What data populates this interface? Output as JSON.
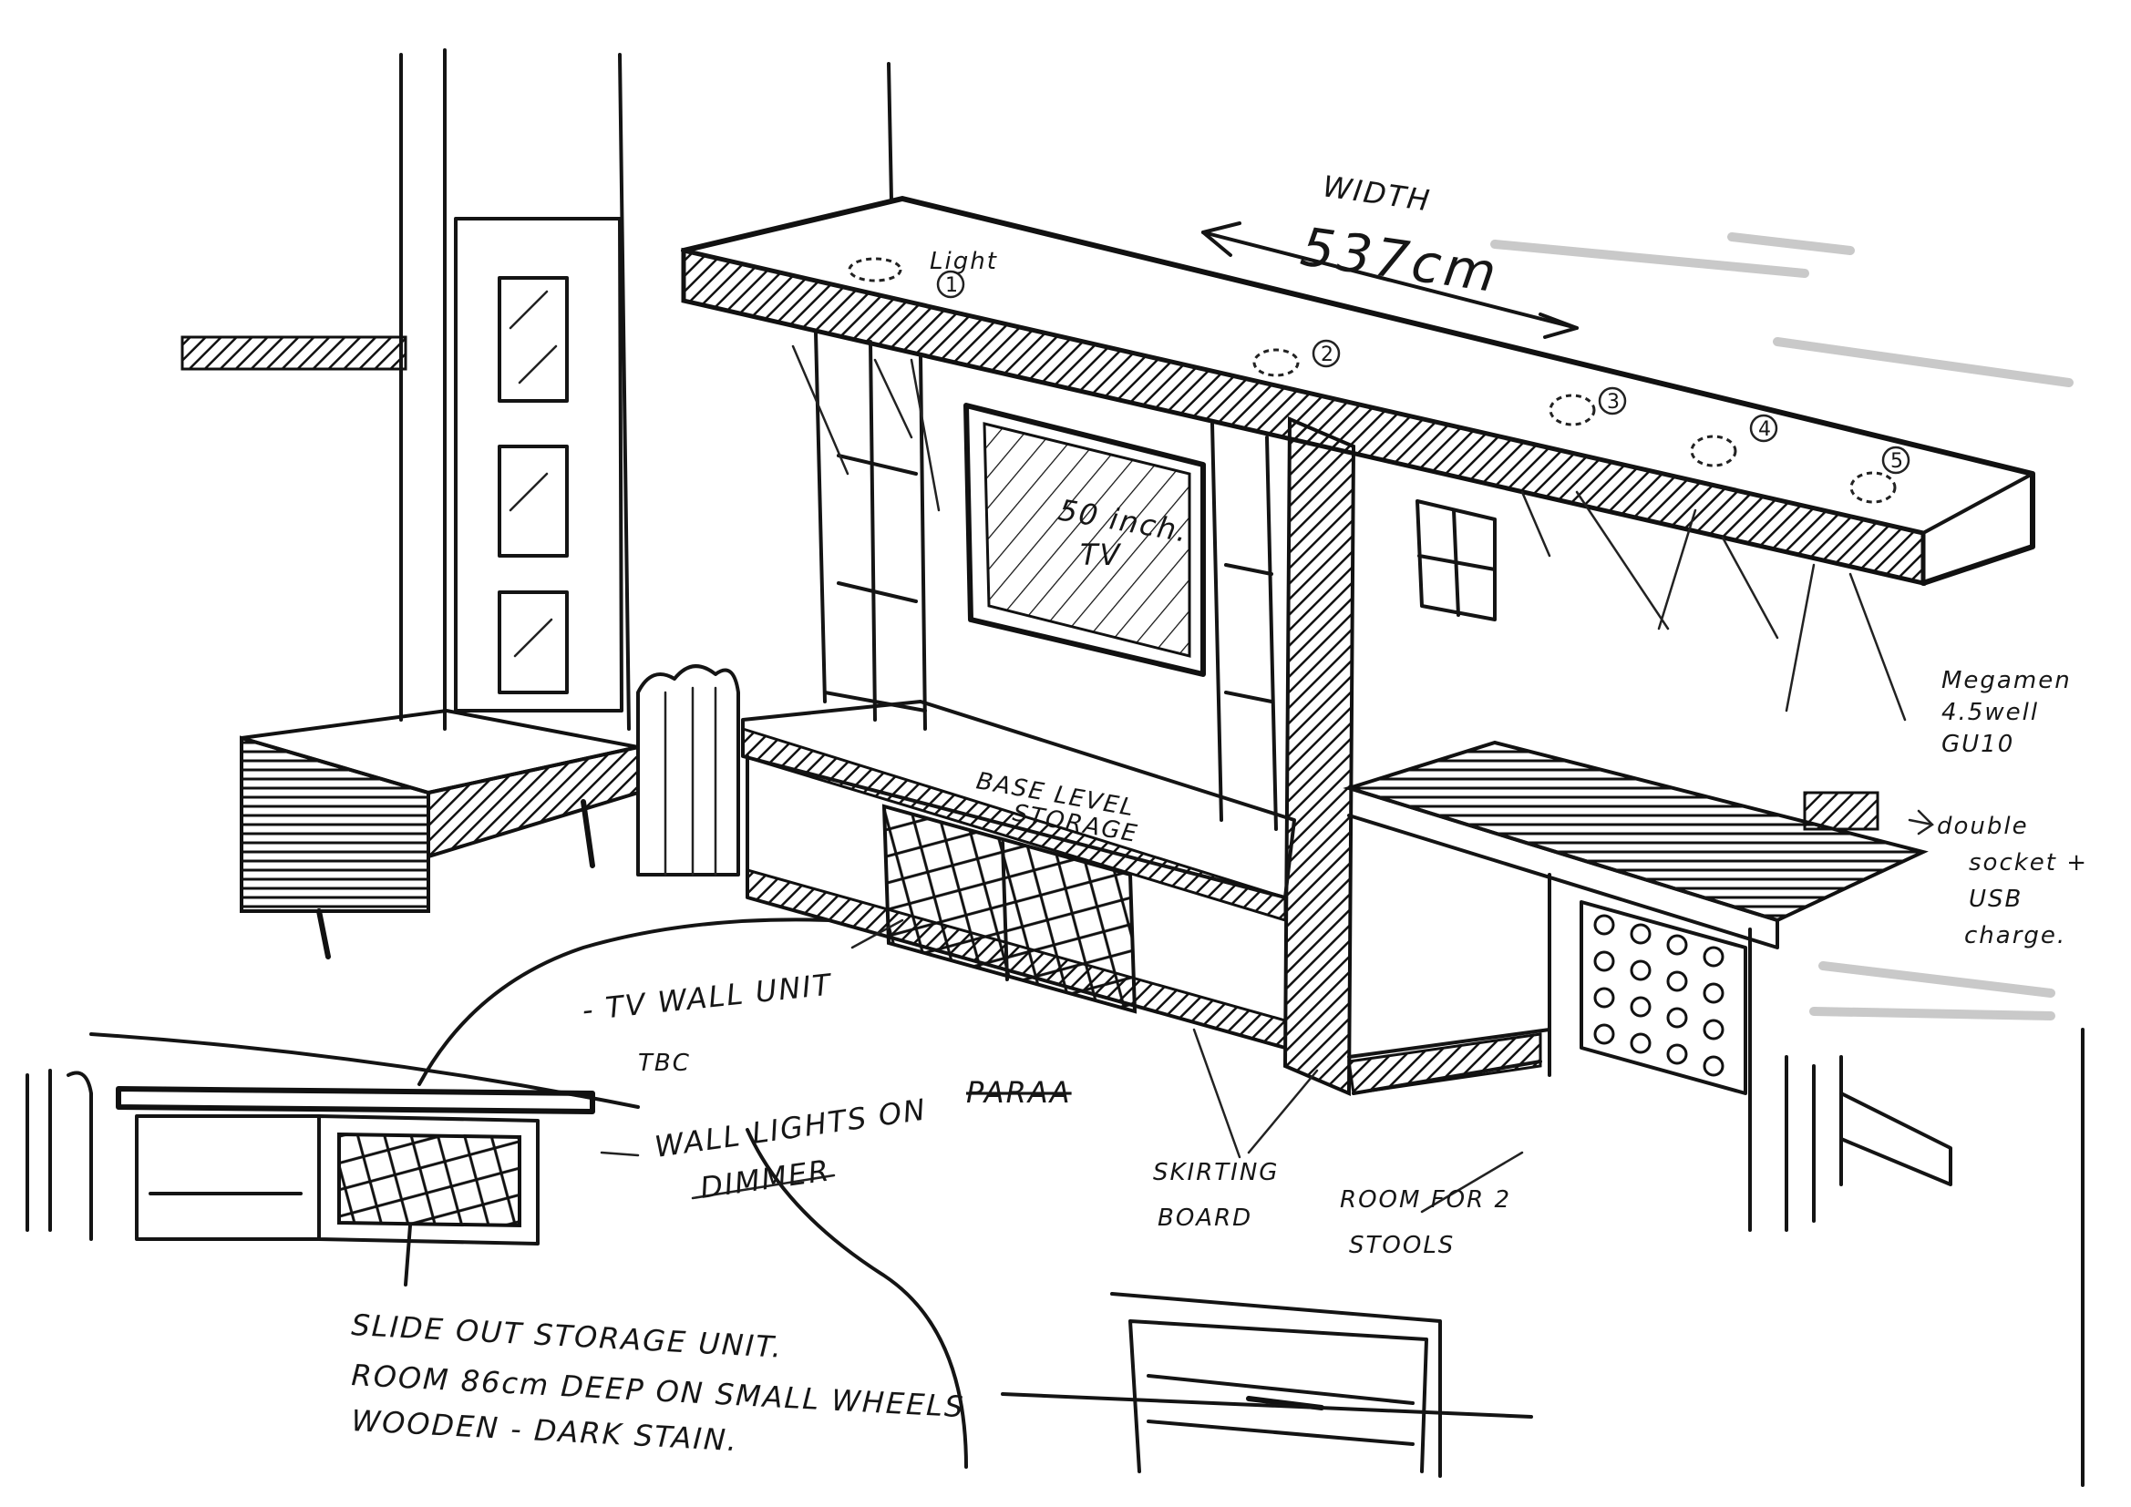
{
  "labels": {
    "width_title": "WIDTH",
    "width_value": "537cm",
    "light": "Light",
    "light_numbers": [
      "1",
      "2",
      "3",
      "4",
      "5"
    ],
    "tv_size": "50 inch.",
    "tv": "TV",
    "base_storage_line1": "BASE LEVEL",
    "base_storage_line2": "STORAGE",
    "speaker_line1": "Megamen",
    "speaker_line2": "4.5well",
    "speaker_line3": "GU10",
    "socket_line1": "double",
    "socket_line2": "socket +",
    "socket_line3": "USB",
    "socket_line4": "charge.",
    "tv_wall_unit": "- TV WALL UNIT",
    "tbc": "TBC",
    "wall_lights": "WALL LIGHTS ON",
    "wall_lights_crossed": "PARAA",
    "dimmer": "DIMMER",
    "skirting_line1": "SKIRTING",
    "skirting_line2": "BOARD",
    "stools_line1": "ROOM FOR 2",
    "stools_line2": "STOOLS",
    "slide_line1": "SLIDE OUT STORAGE UNIT.",
    "slide_line2": "ROOM 86cm DEEP ON SMALL WHEELS",
    "slide_line3": "WOODEN - DARK STAIN."
  }
}
